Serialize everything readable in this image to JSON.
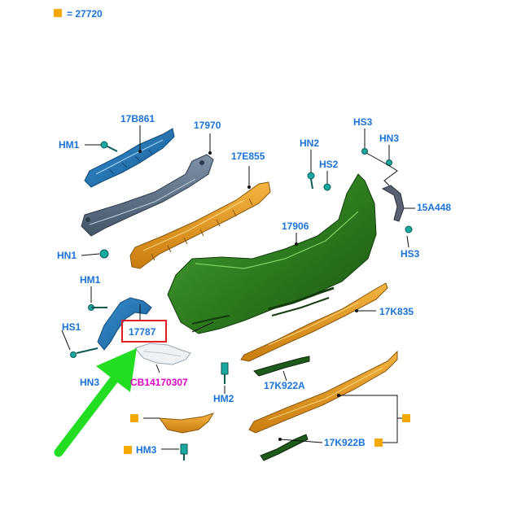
{
  "legend": {
    "text": "= 27720",
    "marker_color": "#f5a800"
  },
  "labels": {
    "l_17B861": "17B861",
    "l_17970": "17970",
    "l_HM1_top": "HM1",
    "l_17E855": "17E855",
    "l_HN2": "HN2",
    "l_HS3_top": "HS3",
    "l_HN3": "HN3",
    "l_HS2": "HS2",
    "l_15A448": "15A448",
    "l_17906": "17906",
    "l_HN1": "HN1",
    "l_HS3_bot": "HS3",
    "l_HM1_mid": "HM1",
    "l_17K835": "17K835",
    "l_HS1": "HS1",
    "l_17787": "17787",
    "l_HN_cut": "HN3",
    "l_CB": "CB14170307",
    "l_HM2": "HM2",
    "l_17K922A": "17K922A",
    "l_HM3": "HM3",
    "l_17K922B": "17K922B"
  },
  "colors": {
    "label_blue": "#1a73d9",
    "label_magenta": "#e000c8",
    "bumper_green": "#2e7d1f",
    "beam_blue": "#1e6fb0",
    "beam_grey": "#5a6f86",
    "absorber_orange": "#e0961c",
    "highlight_red": "#e02020",
    "arrow_green": "#22dd22",
    "fastener_teal": "#1aa8a0"
  }
}
